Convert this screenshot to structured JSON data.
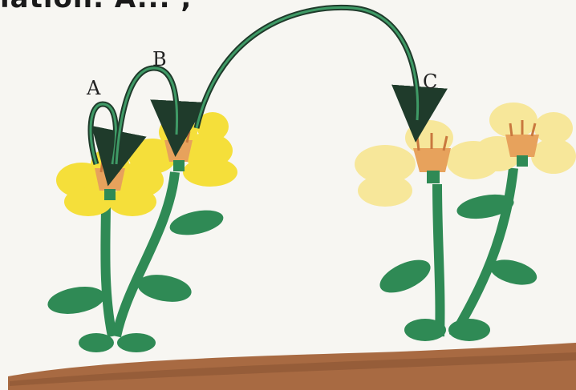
{
  "header": {
    "cut_text": "lation. A...  ,"
  },
  "labels": {
    "a": "A",
    "b": "B",
    "c": "C"
  },
  "colors": {
    "petal": "#f5df3a",
    "petal_light": "#f7e79a",
    "center": "#e7a25c",
    "stem": "#2f8a55",
    "leaf": "#2f8a55",
    "arrow": "#1f3b2b",
    "soil": "#a86a42"
  }
}
